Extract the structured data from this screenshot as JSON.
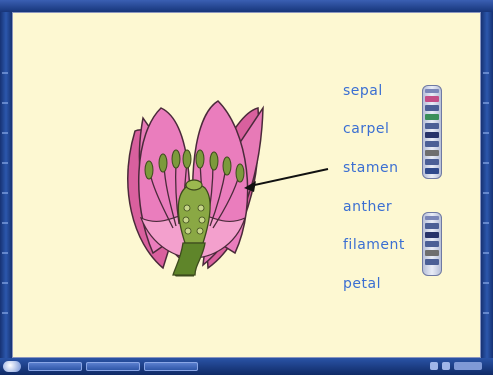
{
  "window": {
    "title": ""
  },
  "labels": {
    "sepal": "sepal",
    "carpel": "carpel",
    "stamen": "stamen",
    "anther": "anther",
    "filament": "filament",
    "petal": "petal"
  },
  "colors": {
    "canvas": "#fdf8d2",
    "label_text": "#3b6fd2",
    "petal": "#e06aa8",
    "stem": "#6b8f2c",
    "frame": "#1d3f86"
  }
}
